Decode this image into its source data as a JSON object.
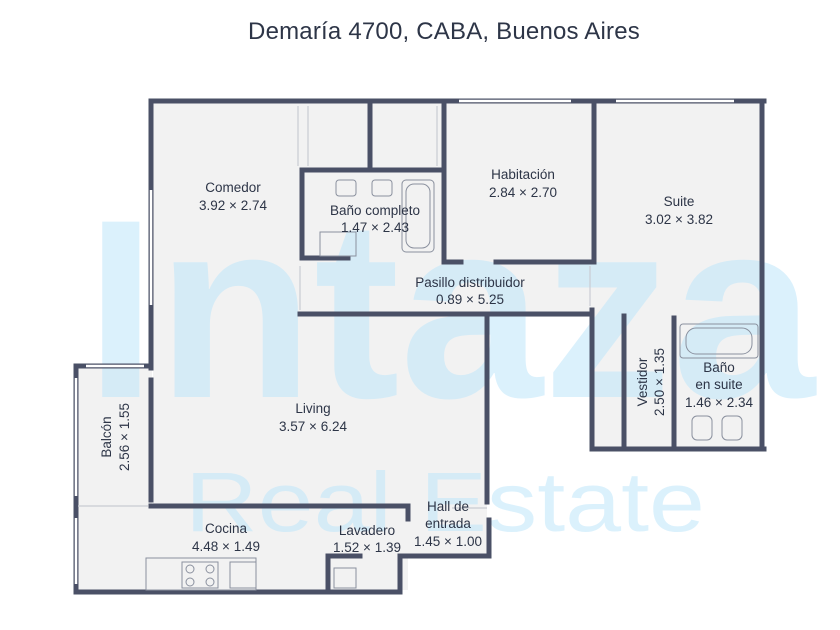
{
  "title": "Demaría 4700, CABA, Buenos Aires",
  "watermark": {
    "brand": "Intaza",
    "tagline": "Real Estate"
  },
  "rooms": [
    {
      "id": "comedor",
      "name": "Comedor",
      "dims": "3.92 × 2.74"
    },
    {
      "id": "bano-completo",
      "name": "Baño completo",
      "dims": "1.47 × 2.43"
    },
    {
      "id": "habitacion",
      "name": "Habitación",
      "dims": "2.84 × 2.70"
    },
    {
      "id": "suite",
      "name": "Suite",
      "dims": "3.02 × 3.82"
    },
    {
      "id": "pasillo",
      "name": "Pasillo distribuidor",
      "dims": "0.89 × 5.25"
    },
    {
      "id": "vestidor",
      "name": "Vestidor",
      "dims": "2.50 × 1.35"
    },
    {
      "id": "bano-suite",
      "name": "Baño",
      "name2": "en suite",
      "dims": "1.46 × 2.34"
    },
    {
      "id": "living",
      "name": "Living",
      "dims": "3.57 × 6.24"
    },
    {
      "id": "balcon",
      "name": "Balcón",
      "dims": "2.56 × 1.55"
    },
    {
      "id": "cocina",
      "name": "Cocina",
      "dims": "4.48 × 1.49"
    },
    {
      "id": "lavadero",
      "name": "Lavadero",
      "dims": "1.52 × 1.39"
    },
    {
      "id": "hall",
      "name": "Hall de",
      "name2": "entrada",
      "dims": "1.45 × 1.00"
    }
  ],
  "colors": {
    "wall": "#4a5066",
    "floor": "#f2f2f2",
    "fixture": "#8a909e",
    "watermark": "#bfe6fb"
  }
}
